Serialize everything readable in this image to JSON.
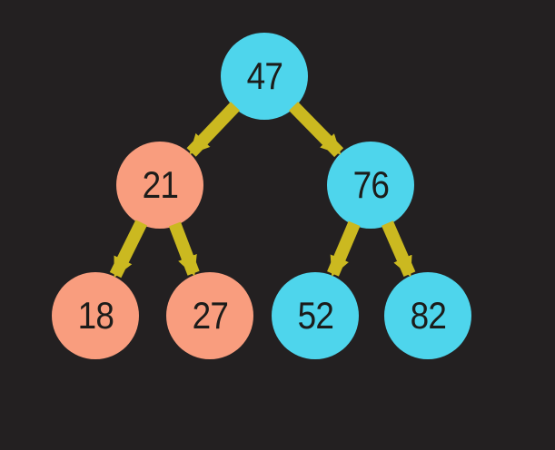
{
  "diagram": {
    "type": "binary-tree",
    "colors": {
      "background": "#232021",
      "node_cyan": "#4ed5ec",
      "node_salmon": "#f99d7e",
      "arrow": "#cbb920",
      "text": "#1c1c1a"
    },
    "nodes": [
      {
        "id": "47",
        "value": "47",
        "level": 0,
        "color": "#4ed5ec"
      },
      {
        "id": "21",
        "value": "21",
        "level": 1,
        "color": "#f99d7e"
      },
      {
        "id": "76",
        "value": "76",
        "level": 1,
        "color": "#4ed5ec"
      },
      {
        "id": "18",
        "value": "18",
        "level": 2,
        "color": "#f99d7e"
      },
      {
        "id": "27",
        "value": "27",
        "level": 2,
        "color": "#f99d7e"
      },
      {
        "id": "52",
        "value": "52",
        "level": 2,
        "color": "#4ed5ec"
      },
      {
        "id": "82",
        "value": "82",
        "level": 2,
        "color": "#4ed5ec"
      }
    ],
    "edges": [
      {
        "from": "47",
        "to": "21"
      },
      {
        "from": "47",
        "to": "76"
      },
      {
        "from": "21",
        "to": "18"
      },
      {
        "from": "21",
        "to": "27"
      },
      {
        "from": "76",
        "to": "52"
      },
      {
        "from": "76",
        "to": "82"
      }
    ]
  }
}
